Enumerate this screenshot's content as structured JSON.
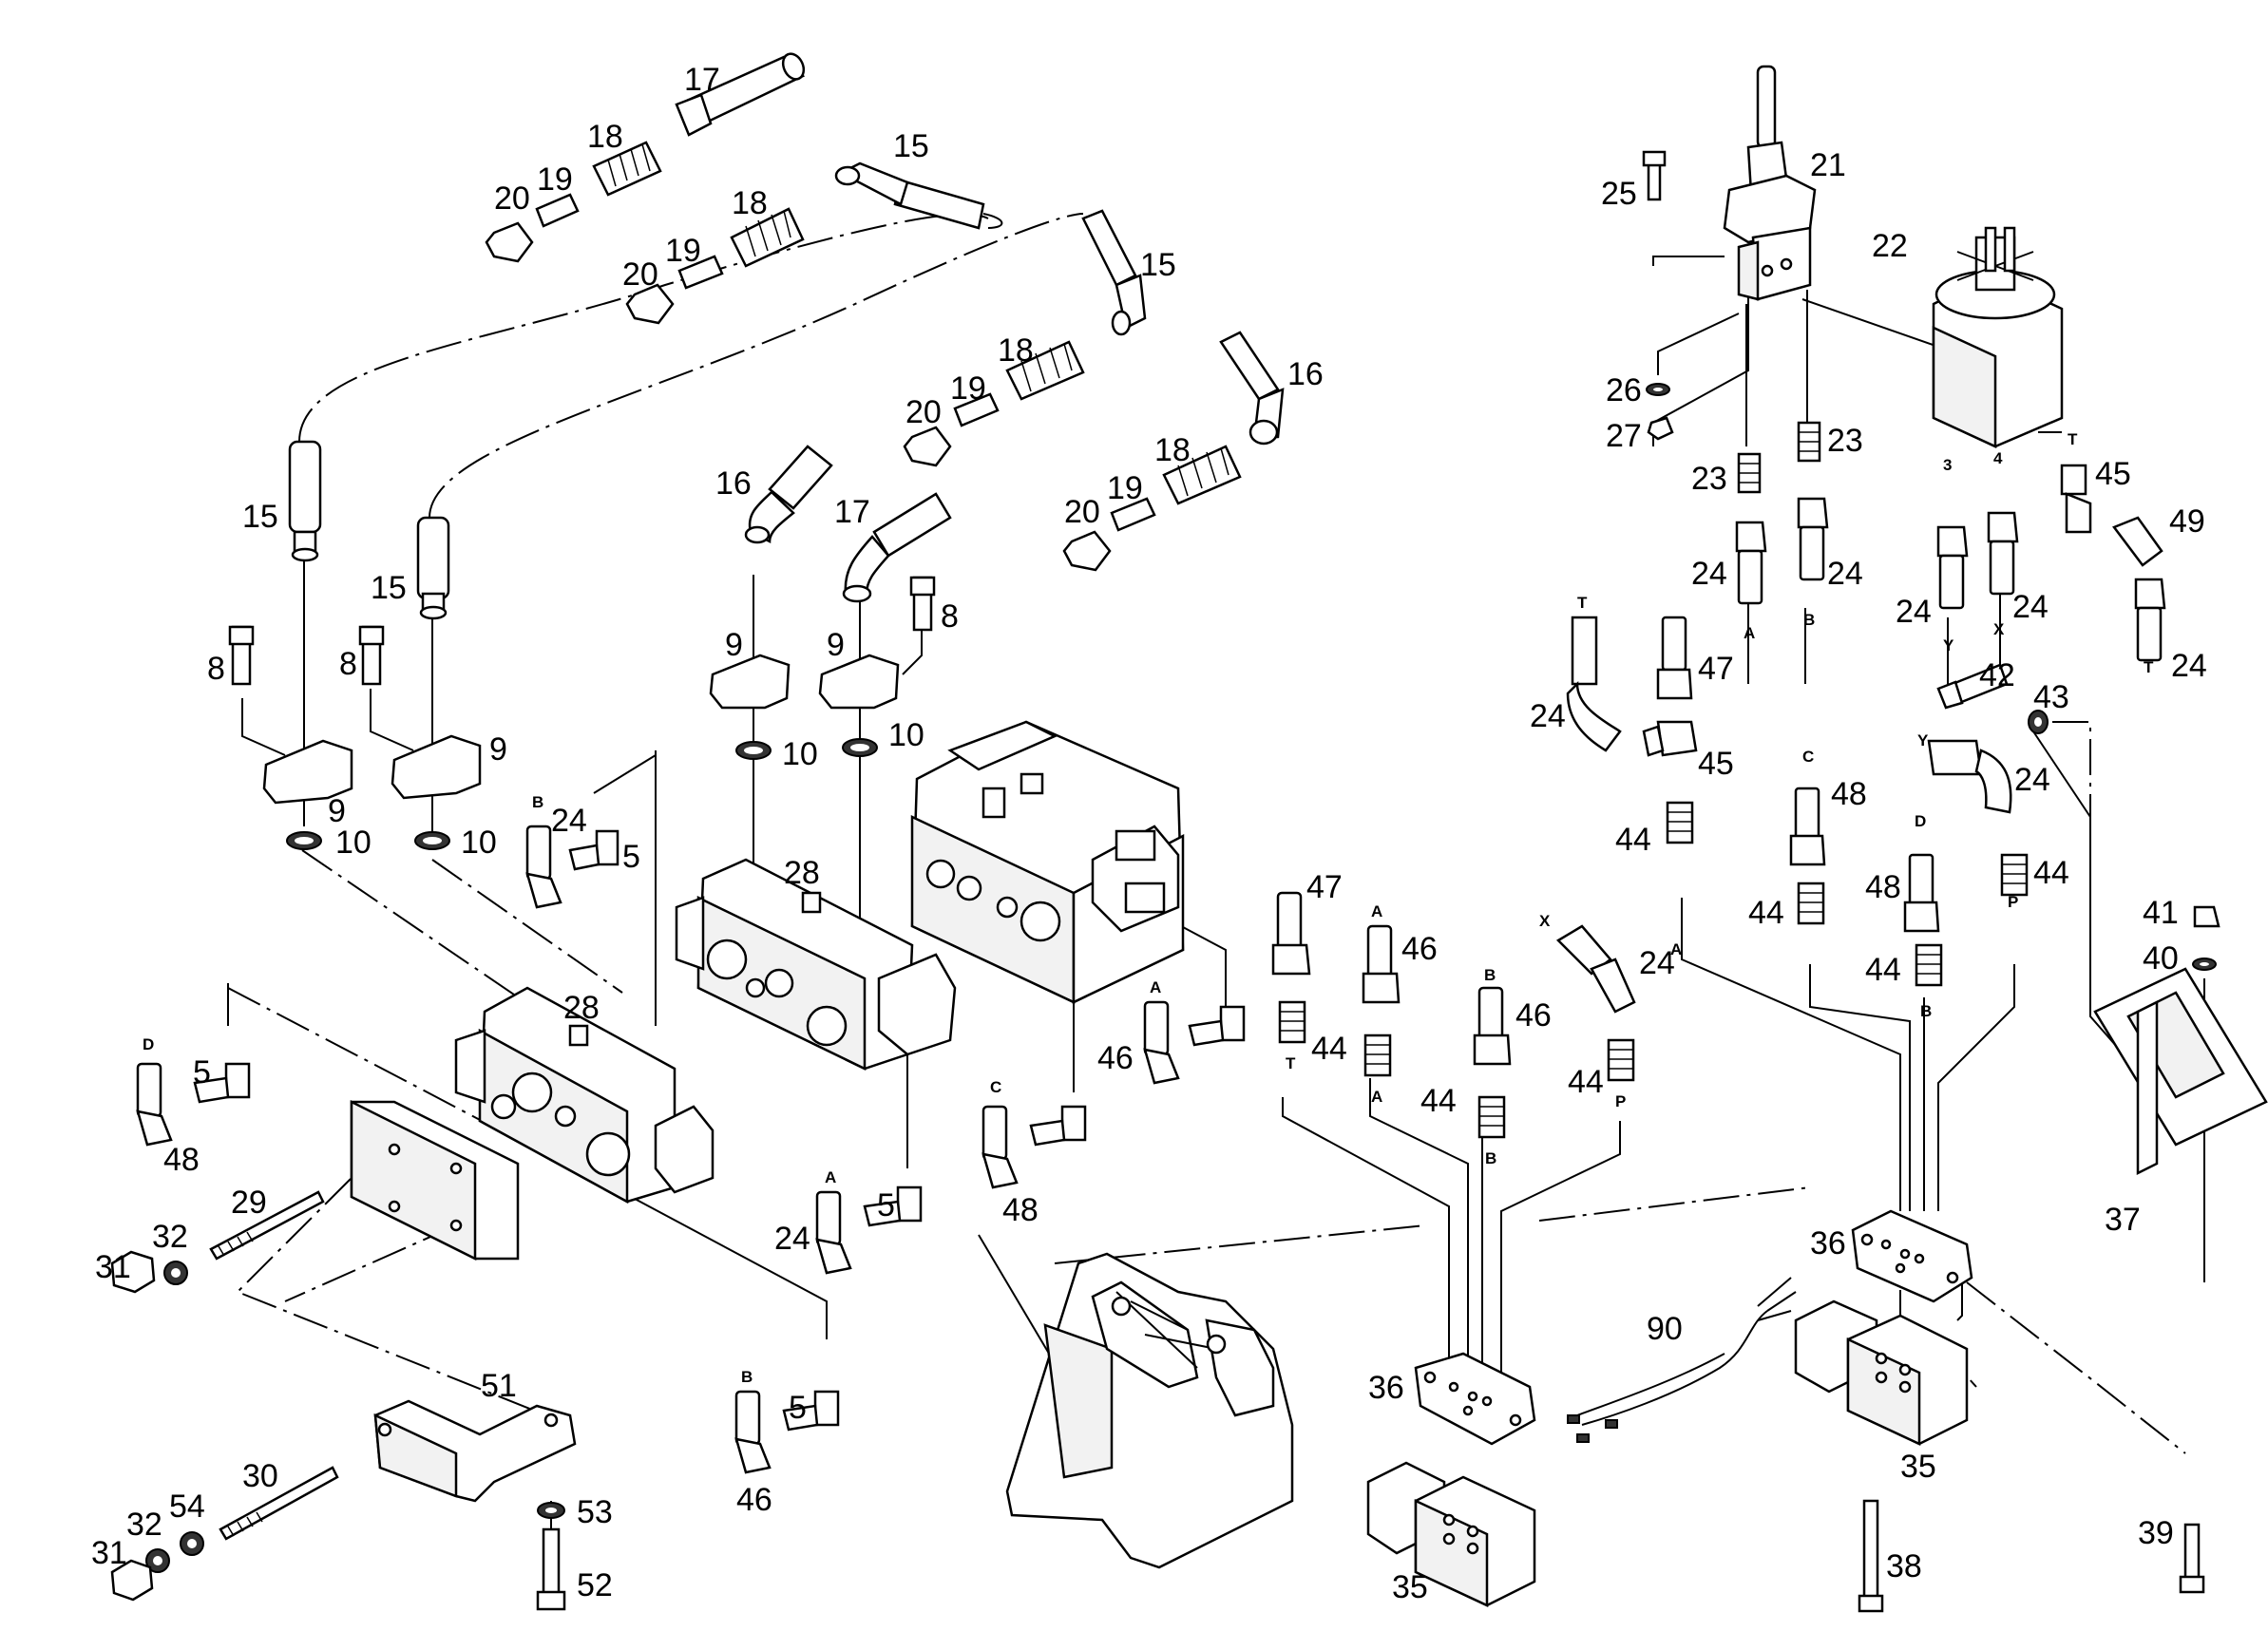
{
  "diagram": {
    "callouts": [
      {
        "id": "17a",
        "label": "17"
      },
      {
        "id": "18a",
        "label": "18"
      },
      {
        "id": "19a",
        "label": "19"
      },
      {
        "id": "20a",
        "label": "20"
      },
      {
        "id": "15a",
        "label": "15"
      },
      {
        "id": "18b",
        "label": "18"
      },
      {
        "id": "19b",
        "label": "19"
      },
      {
        "id": "20b",
        "label": "20"
      },
      {
        "id": "15b",
        "label": "15"
      },
      {
        "id": "18c",
        "label": "18"
      },
      {
        "id": "19c",
        "label": "19"
      },
      {
        "id": "20c",
        "label": "20"
      },
      {
        "id": "16a",
        "label": "16"
      },
      {
        "id": "18d",
        "label": "18"
      },
      {
        "id": "19d",
        "label": "19"
      },
      {
        "id": "20d",
        "label": "20"
      },
      {
        "id": "15c",
        "label": "15"
      },
      {
        "id": "15d",
        "label": "15"
      },
      {
        "id": "16b",
        "label": "16"
      },
      {
        "id": "17b",
        "label": "17"
      },
      {
        "id": "8a",
        "label": "8"
      },
      {
        "id": "8b",
        "label": "8"
      },
      {
        "id": "8c",
        "label": "8"
      },
      {
        "id": "9a",
        "label": "9"
      },
      {
        "id": "9b",
        "label": "9"
      },
      {
        "id": "9c",
        "label": "9"
      },
      {
        "id": "9d",
        "label": "9"
      },
      {
        "id": "10a",
        "label": "10"
      },
      {
        "id": "10b",
        "label": "10"
      },
      {
        "id": "10c",
        "label": "10"
      },
      {
        "id": "10d",
        "label": "10"
      },
      {
        "id": "24a",
        "label": "24"
      },
      {
        "id": "5a",
        "label": "5"
      },
      {
        "id": "28a",
        "label": "28"
      },
      {
        "id": "28b",
        "label": "28"
      },
      {
        "id": "5b",
        "label": "5"
      },
      {
        "id": "48a",
        "label": "48"
      },
      {
        "id": "29",
        "label": "29"
      },
      {
        "id": "32a",
        "label": "32"
      },
      {
        "id": "31a",
        "label": "31"
      },
      {
        "id": "51",
        "label": "51"
      },
      {
        "id": "30",
        "label": "30"
      },
      {
        "id": "32b",
        "label": "32"
      },
      {
        "id": "54",
        "label": "54"
      },
      {
        "id": "31b",
        "label": "31"
      },
      {
        "id": "53",
        "label": "53"
      },
      {
        "id": "52",
        "label": "52"
      },
      {
        "id": "5c",
        "label": "5"
      },
      {
        "id": "24b",
        "label": "24"
      },
      {
        "id": "48b",
        "label": "48"
      },
      {
        "id": "5d",
        "label": "5"
      },
      {
        "id": "46a",
        "label": "46"
      },
      {
        "id": "46b",
        "label": "46"
      },
      {
        "id": "47a",
        "label": "47"
      },
      {
        "id": "46c",
        "label": "46"
      },
      {
        "id": "46d",
        "label": "46"
      },
      {
        "id": "44a",
        "label": "44"
      },
      {
        "id": "44b",
        "label": "44"
      },
      {
        "id": "44c",
        "label": "44"
      },
      {
        "id": "24c",
        "label": "24"
      },
      {
        "id": "36a",
        "label": "36"
      },
      {
        "id": "35a",
        "label": "35"
      },
      {
        "id": "21",
        "label": "21"
      },
      {
        "id": "25",
        "label": "25"
      },
      {
        "id": "22",
        "label": "22"
      },
      {
        "id": "26",
        "label": "26"
      },
      {
        "id": "27",
        "label": "27"
      },
      {
        "id": "23a",
        "label": "23"
      },
      {
        "id": "23b",
        "label": "23"
      },
      {
        "id": "24d",
        "label": "24"
      },
      {
        "id": "24e",
        "label": "24"
      },
      {
        "id": "24f",
        "label": "24"
      },
      {
        "id": "24g",
        "label": "24"
      },
      {
        "id": "45a",
        "label": "45"
      },
      {
        "id": "49",
        "label": "49"
      },
      {
        "id": "24h",
        "label": "24"
      },
      {
        "id": "24i",
        "label": "24"
      },
      {
        "id": "47b",
        "label": "47"
      },
      {
        "id": "45b",
        "label": "45"
      },
      {
        "id": "42",
        "label": "42"
      },
      {
        "id": "43",
        "label": "43"
      },
      {
        "id": "24j",
        "label": "24"
      },
      {
        "id": "48c",
        "label": "48"
      },
      {
        "id": "44d",
        "label": "44"
      },
      {
        "id": "44e",
        "label": "44"
      },
      {
        "id": "48d",
        "label": "48"
      },
      {
        "id": "44f",
        "label": "44"
      },
      {
        "id": "44g",
        "label": "44"
      },
      {
        "id": "41",
        "label": "41"
      },
      {
        "id": "40",
        "label": "40"
      },
      {
        "id": "37",
        "label": "37"
      },
      {
        "id": "36b",
        "label": "36"
      },
      {
        "id": "90",
        "label": "90"
      },
      {
        "id": "35b",
        "label": "35"
      },
      {
        "id": "38",
        "label": "38"
      },
      {
        "id": "39",
        "label": "39"
      }
    ],
    "port_marks": [
      {
        "id": "pB1",
        "label": "B"
      },
      {
        "id": "pD1",
        "label": "D"
      },
      {
        "id": "pA1",
        "label": "A"
      },
      {
        "id": "pC1",
        "label": "C"
      },
      {
        "id": "pA2",
        "label": "A"
      },
      {
        "id": "pB2",
        "label": "B"
      },
      {
        "id": "pA3",
        "label": "A"
      },
      {
        "id": "pB3",
        "label": "B"
      },
      {
        "id": "pT1",
        "label": "T"
      },
      {
        "id": "pA4",
        "label": "A"
      },
      {
        "id": "pB4",
        "label": "B"
      },
      {
        "id": "pX1",
        "label": "X"
      },
      {
        "id": "pP1",
        "label": "P"
      },
      {
        "id": "pA5",
        "label": "A"
      },
      {
        "id": "pB5",
        "label": "B"
      },
      {
        "id": "p3",
        "label": "3"
      },
      {
        "id": "p4",
        "label": "4"
      },
      {
        "id": "pY1",
        "label": "Y"
      },
      {
        "id": "pX2",
        "label": "X"
      },
      {
        "id": "pT2",
        "label": "T"
      },
      {
        "id": "pT3",
        "label": "T"
      },
      {
        "id": "pY2",
        "label": "Y"
      },
      {
        "id": "pC2",
        "label": "C"
      },
      {
        "id": "pD2",
        "label": "D"
      },
      {
        "id": "pT4",
        "label": "T"
      },
      {
        "id": "pA6",
        "label": "A"
      },
      {
        "id": "pB6",
        "label": "B"
      },
      {
        "id": "pP2",
        "label": "P"
      }
    ]
  }
}
